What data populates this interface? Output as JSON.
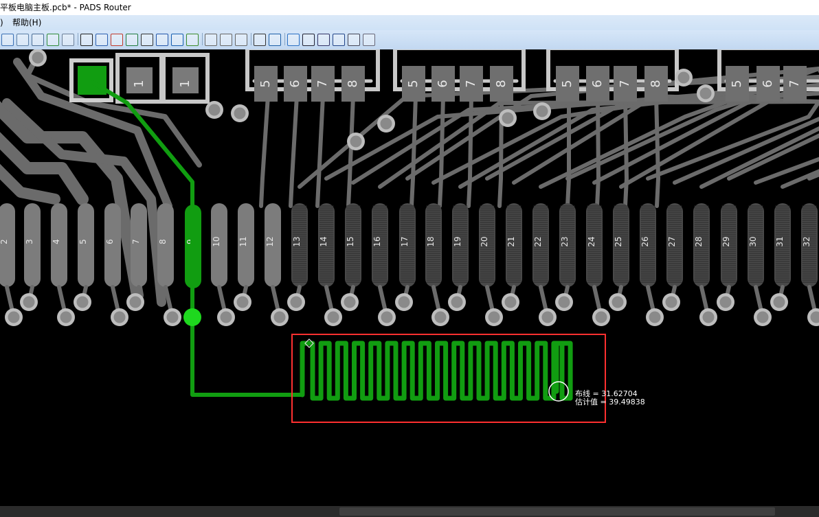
{
  "window": {
    "title": "平板电脑主板.pcb* - PADS Router"
  },
  "menu": {
    "partial": ")",
    "help": "帮助(H)"
  },
  "toolbar": {
    "icons": [
      "open-icon",
      "properties-icon",
      "pen-icon",
      "refresh-icon",
      "save-icon",
      "select-icon",
      "drc-icon",
      "layer-icon",
      "component-icon",
      "check-icon",
      "net-icon",
      "route-icon",
      "auto-route-icon",
      "undo-icon",
      "redo-icon",
      "redo2-icon",
      "zoom-icon",
      "find-icon",
      "pan-icon",
      "view-icon",
      "move-icon",
      "window-icon",
      "comment-icon",
      "settings-icon"
    ]
  },
  "pads_top": [
    "1",
    "1",
    "5",
    "6",
    "7",
    "8",
    "5",
    "6",
    "7",
    "8",
    "5",
    "6",
    "7",
    "8",
    "5",
    "6",
    "7"
  ],
  "pins": [
    "2",
    "3",
    "4",
    "5",
    "6",
    "7",
    "8",
    "9",
    "10",
    "11",
    "12",
    "13",
    "14",
    "15",
    "16",
    "17",
    "18",
    "19",
    "20",
    "21",
    "22",
    "23",
    "24",
    "25",
    "26",
    "27",
    "28",
    "29",
    "30",
    "31",
    "32"
  ],
  "readout": {
    "route_label": "布线",
    "route_value": "= 31.62704",
    "estimate_label": "估计值",
    "estimate_value": "= 39.49838"
  },
  "colors": {
    "track_gray": "#6b6b6b",
    "pad_gray": "#7c7c7c",
    "highlight_green": "#119d11",
    "selection_red": "#ff3030"
  }
}
